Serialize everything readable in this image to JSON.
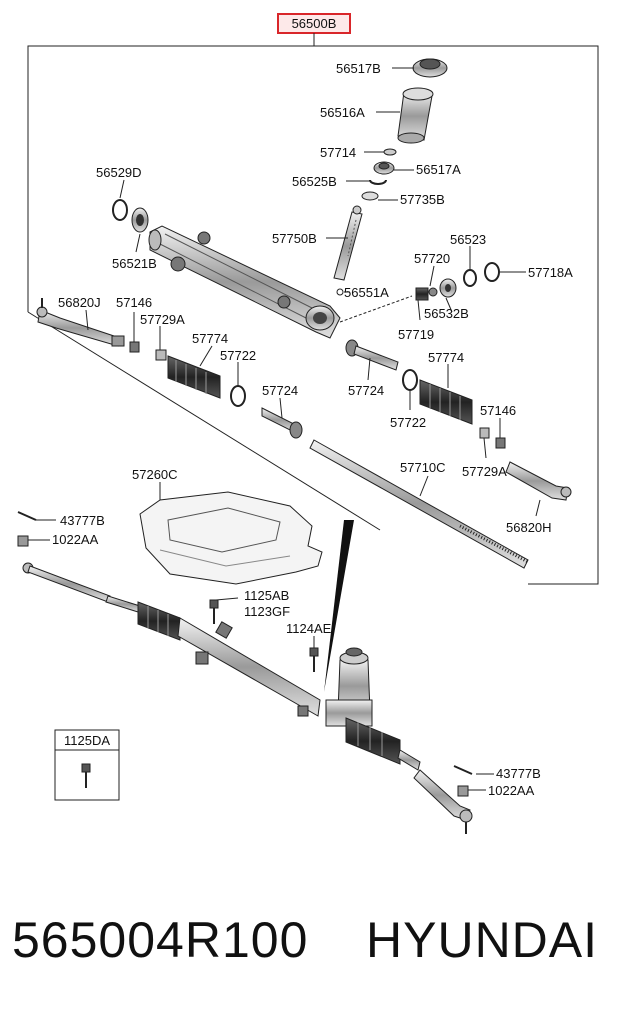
{
  "assembly_label": "56500B",
  "parts": {
    "p56517B": "56517B",
    "p56516A": "56516A",
    "p57714": "57714",
    "p56517A": "56517A",
    "p56525B": "56525B",
    "p57735B": "57735B",
    "p56529D": "56529D",
    "p57750B": "57750B",
    "p56521B": "56521B",
    "p56523": "56523",
    "p57720": "57720",
    "p57718A": "57718A",
    "p56551A": "56551A",
    "p56532B": "56532B",
    "p57719": "57719",
    "p56820J": "56820J",
    "p57146_left": "57146",
    "p57729A_left": "57729A",
    "p57774_left": "57774",
    "p57722_left": "57722",
    "p57724_left": "57724",
    "p57724_right": "57724",
    "p57774_right": "57774",
    "p57722_right": "57722",
    "p57146_right": "57146",
    "p57729A_right": "57729A",
    "p57710C": "57710C",
    "p56820H": "56820H",
    "p57260C": "57260C",
    "p43777B_left": "43777B",
    "p1022AA_left": "1022AA",
    "p1125AB": "1125AB",
    "p1123GF": "1123GF",
    "p1124AE": "1124AE",
    "p1125DA": "1125DA",
    "p43777B_right": "43777B",
    "p1022AA_right": "1022AA"
  },
  "footer": {
    "part_number": "565004R100",
    "brand": "HYUNDAI"
  },
  "colors": {
    "highlight": "#d9262a",
    "line": "#222222"
  }
}
